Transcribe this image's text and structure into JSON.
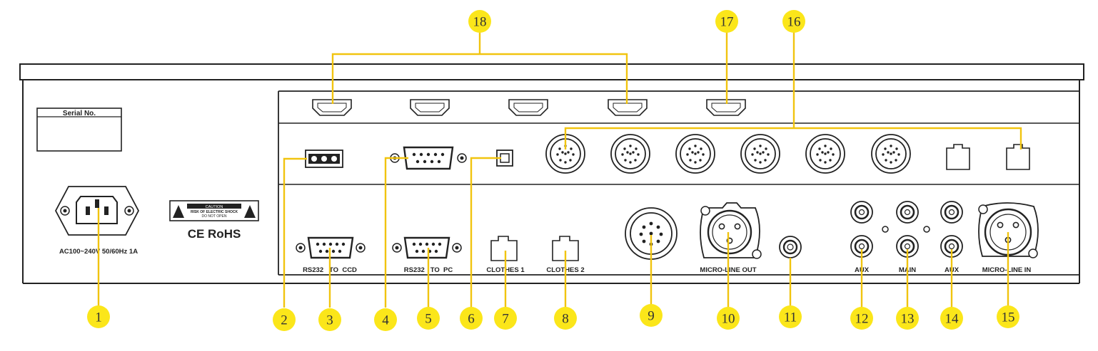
{
  "panel": {
    "serial_label": "Serial No.",
    "power_label": "AC100~240V 50/60Hz 1A",
    "caution_title": "CAUTION",
    "caution_line1": "RISK OF ELECTRIC SHOCK",
    "caution_line2": "DO NOT OPEN",
    "cert_label": "CE RoHS",
    "rs232_ccd_label": "RS232   TO  CCD",
    "rs232_pc_label": "RS232   TO  PC",
    "clothes1_label": "CLOTHES 1",
    "clothes2_label": "CLOTHES 2",
    "micro_line_out_label": "MICRO-LINE OUT",
    "aux_left_label": "AUX",
    "main_label": "MAIN",
    "aux_right_label": "AUX",
    "micro_line_in_label": "MICRO-LINE IN"
  },
  "callouts": [
    {
      "id": "1",
      "label": "1"
    },
    {
      "id": "2",
      "label": "2"
    },
    {
      "id": "3",
      "label": "3"
    },
    {
      "id": "4",
      "label": "4"
    },
    {
      "id": "5",
      "label": "5"
    },
    {
      "id": "6",
      "label": "6"
    },
    {
      "id": "7",
      "label": "7"
    },
    {
      "id": "8",
      "label": "8"
    },
    {
      "id": "9",
      "label": "9"
    },
    {
      "id": "10",
      "label": "10"
    },
    {
      "id": "11",
      "label": "11"
    },
    {
      "id": "12",
      "label": "12"
    },
    {
      "id": "13",
      "label": "13"
    },
    {
      "id": "14",
      "label": "14"
    },
    {
      "id": "15",
      "label": "15"
    },
    {
      "id": "16",
      "label": "16"
    },
    {
      "id": "17",
      "label": "17"
    },
    {
      "id": "18",
      "label": "18"
    }
  ],
  "colors": {
    "callout_fill": "#fbe61a",
    "leader_line": "#f1c40f",
    "outline": "#222222"
  }
}
